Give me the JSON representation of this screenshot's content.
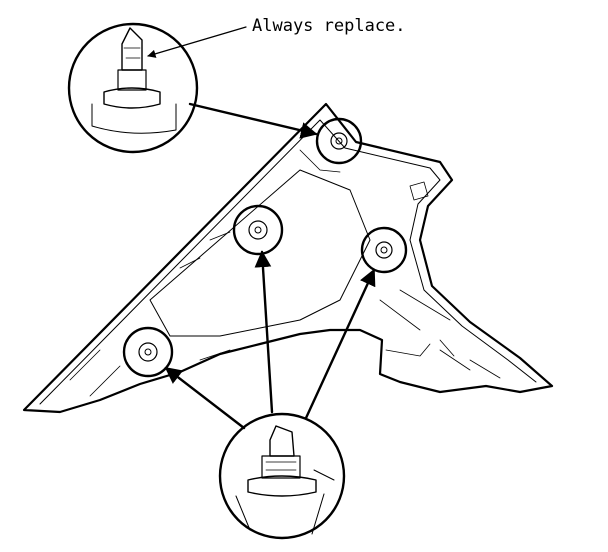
{
  "callout": {
    "text": "Always replace."
  },
  "parts": {
    "panel": "pillar-trim-panel",
    "clips": [
      "clip-upper-right",
      "clip-center",
      "clip-right",
      "clip-lower-left"
    ],
    "detail_views": [
      "clip-detail-top",
      "clip-detail-bottom"
    ]
  },
  "colors": {
    "line": "#000000",
    "background": "#ffffff"
  }
}
